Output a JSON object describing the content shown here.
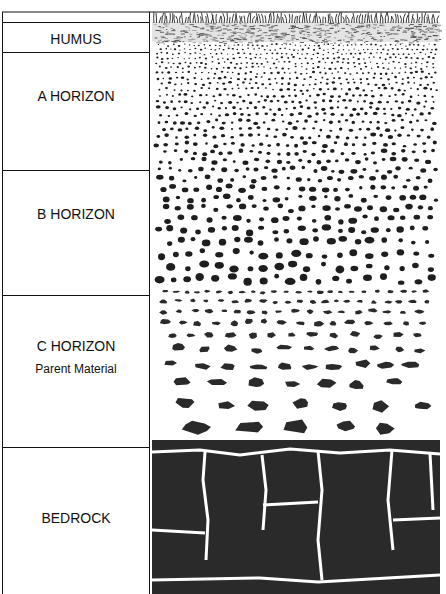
{
  "diagram": {
    "nodes": [
      {
        "text": [
          "HUMUS"
        ]
      },
      {
        "text": [
          "A HORIZON"
        ]
      },
      {
        "text": [
          "B HORIZON"
        ]
      },
      {
        "text": [
          "C HORIZON",
          "Parent Material"
        ]
      },
      {
        "text": [
          "BEDROCK"
        ]
      }
    ]
  }
}
